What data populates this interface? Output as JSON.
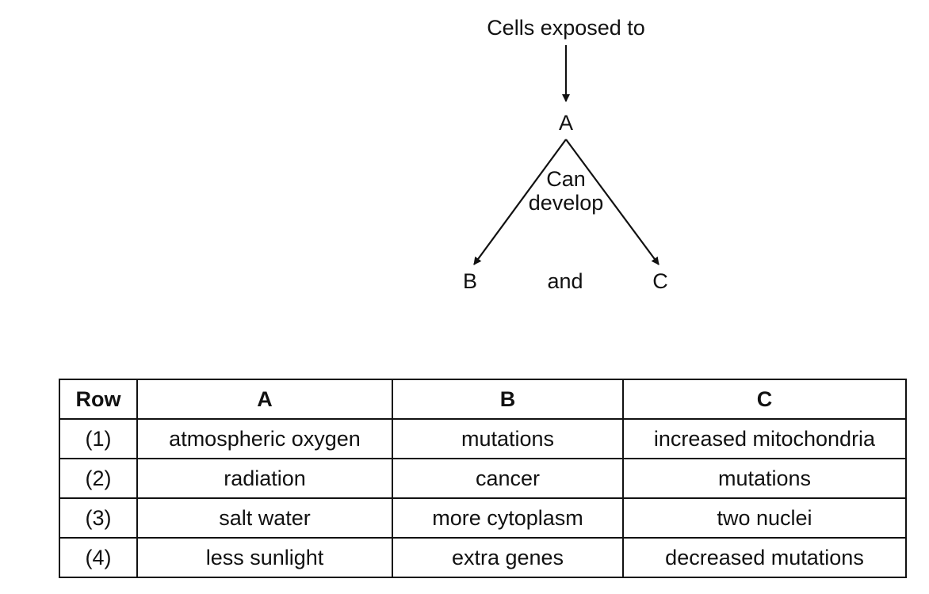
{
  "diagram": {
    "top_label": "Cells exposed to",
    "node_a": "A",
    "branch_label_line1": "Can",
    "branch_label_line2": "develop",
    "node_b": "B",
    "connector": "and",
    "node_c": "C"
  },
  "table": {
    "headers": [
      "Row",
      "A",
      "B",
      "C"
    ],
    "rows": [
      [
        "(1)",
        "atmospheric oxygen",
        "mutations",
        "increased mitochondria"
      ],
      [
        "(2)",
        "radiation",
        "cancer",
        "mutations"
      ],
      [
        "(3)",
        "salt water",
        "more cytoplasm",
        "two nuclei"
      ],
      [
        "(4)",
        "less sunlight",
        "extra genes",
        "decreased mutations"
      ]
    ]
  }
}
